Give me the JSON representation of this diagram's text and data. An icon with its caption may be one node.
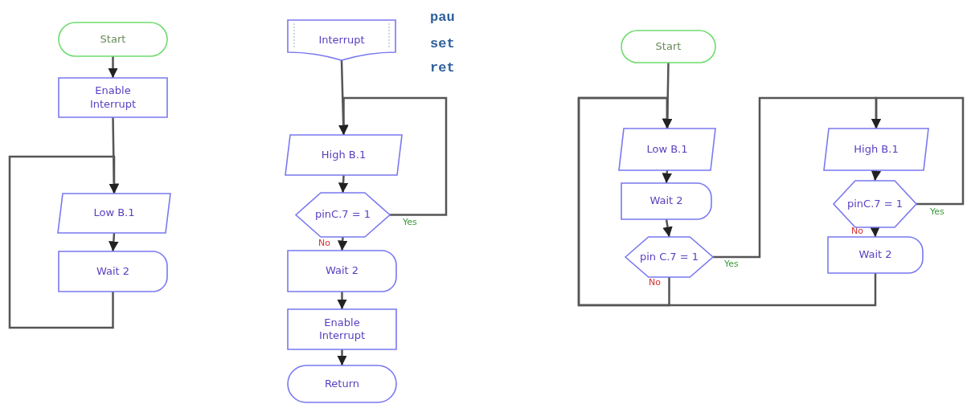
{
  "diagram": {
    "nodes": [
      {
        "text": [
          "Start"
        ]
      },
      {
        "text": [
          "Enable Interrupt"
        ]
      },
      {
        "text": [
          "Low B.1"
        ]
      },
      {
        "text": [
          "Wait 2"
        ]
      },
      {
        "text": [
          "Interrupt"
        ]
      },
      {
        "text": [
          "High B.1"
        ]
      },
      {
        "text": [
          "pinC.7 = 1"
        ]
      },
      {
        "text": [
          "Wait 2"
        ]
      },
      {
        "text": [
          "Enable Interrupt"
        ]
      },
      {
        "text": [
          "Return"
        ]
      },
      {
        "text": [
          "Start"
        ]
      },
      {
        "text": [
          "Low B.1"
        ]
      },
      {
        "text": [
          "Wait 2"
        ]
      },
      {
        "text": [
          "pin C.7 = 1"
        ]
      },
      {
        "text": [
          "High B.1"
        ]
      },
      {
        "text": [
          "pinC.7 = 1"
        ]
      },
      {
        "text": [
          "Wait 2"
        ]
      }
    ],
    "edges": [
      {
        "from": 0,
        "to": 1,
        "arrow": "to"
      },
      {
        "from": 1,
        "to": 2,
        "arrow": "to"
      },
      {
        "from": 2,
        "to": 3,
        "arrow": "to"
      },
      {
        "from": 3,
        "to": 2,
        "arrow": "to"
      },
      {
        "from": 4,
        "to": 5,
        "arrow": "to"
      },
      {
        "from": 5,
        "to": 6,
        "arrow": "to"
      },
      {
        "from": 6,
        "to": 5,
        "arrow": "to",
        "label": "Yes"
      },
      {
        "from": 6,
        "to": 7,
        "arrow": "to",
        "label": "No"
      },
      {
        "from": 7,
        "to": 8,
        "arrow": "to"
      },
      {
        "from": 8,
        "to": 9,
        "arrow": "to"
      },
      {
        "from": 10,
        "to": 11,
        "arrow": "to"
      },
      {
        "from": 11,
        "to": 12,
        "arrow": "to"
      },
      {
        "from": 12,
        "to": 13,
        "arrow": "to"
      },
      {
        "from": 13,
        "to": 11,
        "arrow": "to",
        "label": "No"
      },
      {
        "from": 13,
        "to": 14,
        "arrow": "to",
        "label": "Yes"
      },
      {
        "from": 14,
        "to": 15,
        "arrow": "to"
      },
      {
        "from": 15,
        "to": 14,
        "arrow": "to",
        "label": "Yes"
      },
      {
        "from": 15,
        "to": 16,
        "arrow": "to",
        "label": "No"
      },
      {
        "from": 16,
        "to": 11,
        "arrow": "to"
      }
    ],
    "labels": [
      "pau",
      "set",
      "ret"
    ]
  }
}
